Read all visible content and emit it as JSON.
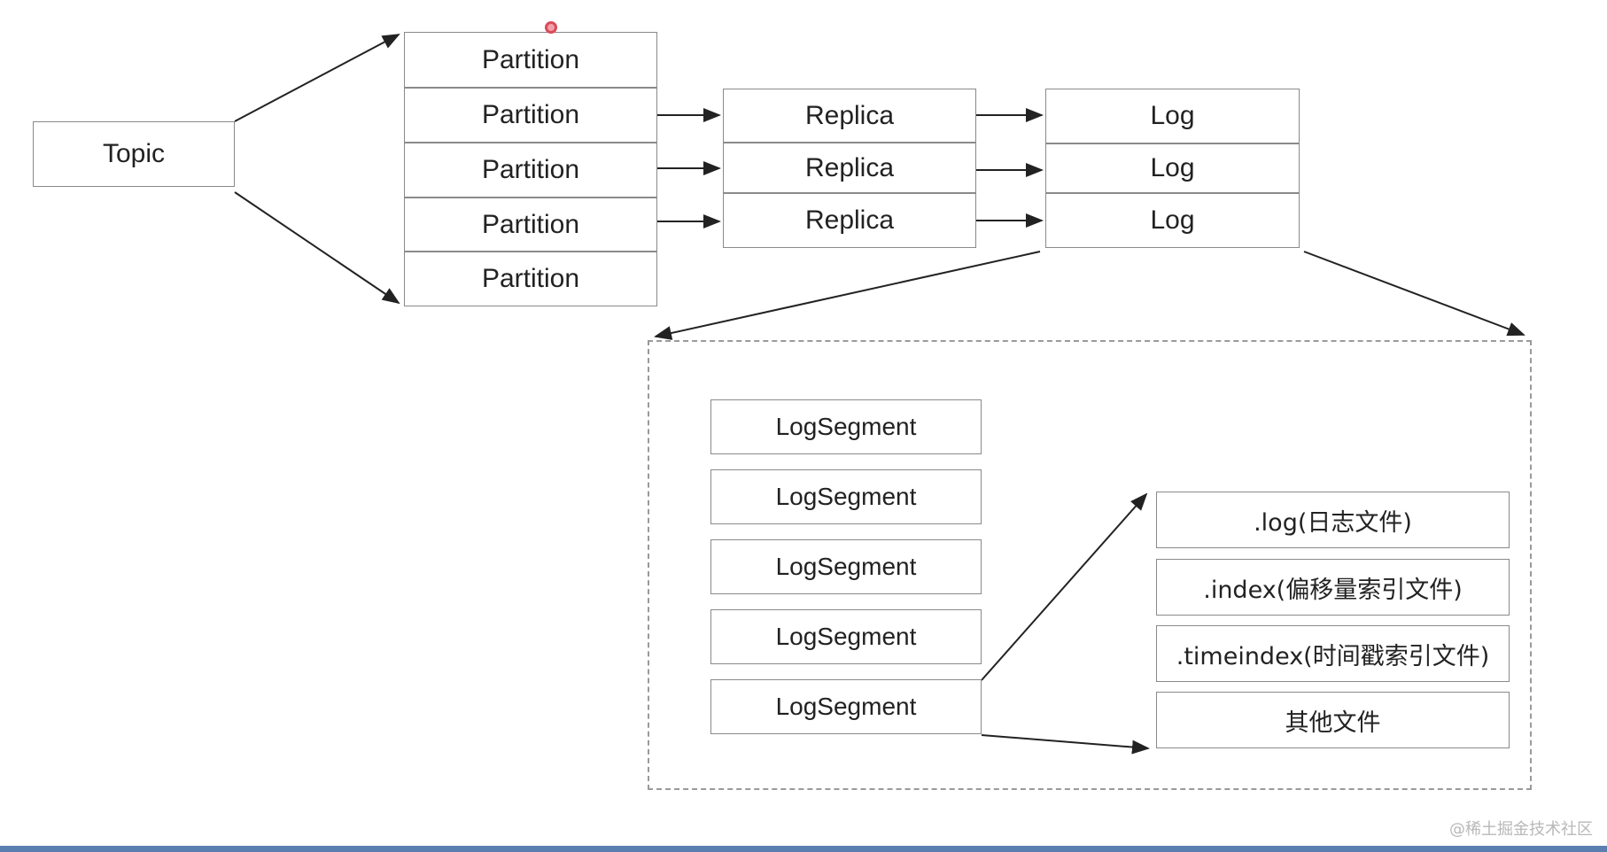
{
  "topic": "Topic",
  "partitions": [
    "Partition",
    "Partition",
    "Partition",
    "Partition",
    "Partition"
  ],
  "replicas": [
    "Replica",
    "Replica",
    "Replica"
  ],
  "logs": [
    "Log",
    "Log",
    "Log"
  ],
  "log_segments": [
    "LogSegment",
    "LogSegment",
    "LogSegment",
    "LogSegment",
    "LogSegment"
  ],
  "segment_files": [
    ".log(日志文件)",
    ".index(偏移量索引文件)",
    ".timeindex(时间戳索引文件)",
    "其他文件"
  ],
  "watermark": "@稀土掘金技术社区",
  "colors": {
    "line": "#222222",
    "border": "#8a8a8a",
    "dashed_border": "#9a9a9a",
    "cursor": "#d94a5a",
    "bottom_bar": "#5a7fb0"
  }
}
